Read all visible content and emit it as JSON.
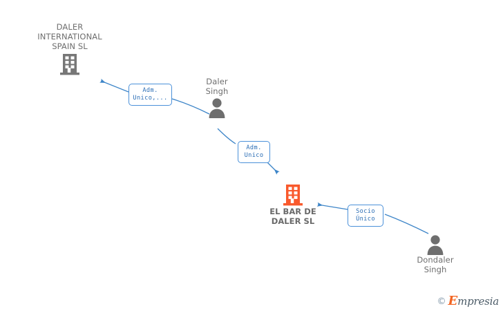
{
  "diagram": {
    "type": "corporate-relationship-graph",
    "background_color": "#ffffff",
    "edge_color": "#4a90d9",
    "focus_company_color": "#f9592c",
    "entity_color": "#777777",
    "nodes": [
      {
        "id": "daler-international-spain-sl",
        "kind": "company",
        "label": "DALER INTERNATIONAL SPAIN SL",
        "label_lines": [
          "DALER",
          "INTERNATIONAL",
          "SPAIN SL"
        ],
        "icon": "building-icon",
        "color": "#777777",
        "focus": false,
        "label_position": "above"
      },
      {
        "id": "daler-singh",
        "kind": "person",
        "label": "Daler Singh",
        "label_lines": [
          "Daler",
          "Singh"
        ],
        "icon": "person-icon",
        "color": "#6e6e6e",
        "label_position": "above"
      },
      {
        "id": "el-bar-de-daler-sl",
        "kind": "company",
        "label": "EL BAR DE DALER SL",
        "label_lines": [
          "EL BAR DE",
          "DALER SL"
        ],
        "icon": "building-icon",
        "color": "#f9592c",
        "focus": true,
        "label_position": "below"
      },
      {
        "id": "dondaler-singh",
        "kind": "person",
        "label": "Dondaler Singh",
        "label_lines": [
          "Dondaler",
          "Singh"
        ],
        "icon": "person-icon",
        "color": "#6e6e6e",
        "label_position": "below"
      }
    ],
    "edges": [
      {
        "id": "edge-daler-singh-to-daler-international",
        "from": "daler-singh",
        "to": "daler-international-spain-sl",
        "role_lines": [
          "Adm.",
          "Unico,..."
        ],
        "role": "Adm. Unico,..."
      },
      {
        "id": "edge-daler-singh-to-el-bar-de-daler",
        "from": "daler-singh",
        "to": "el-bar-de-daler-sl",
        "role_lines": [
          "Adm.",
          "Unico"
        ],
        "role": "Adm. Unico"
      },
      {
        "id": "edge-dondaler-singh-to-el-bar-de-daler",
        "from": "dondaler-singh",
        "to": "el-bar-de-daler-sl",
        "role_lines": [
          "Socio",
          "Único"
        ],
        "role": "Socio Único"
      }
    ]
  },
  "watermark": {
    "copyright": "©",
    "brand_first_letter": "E",
    "brand_rest": "mpresia",
    "brand": "Empresia"
  }
}
